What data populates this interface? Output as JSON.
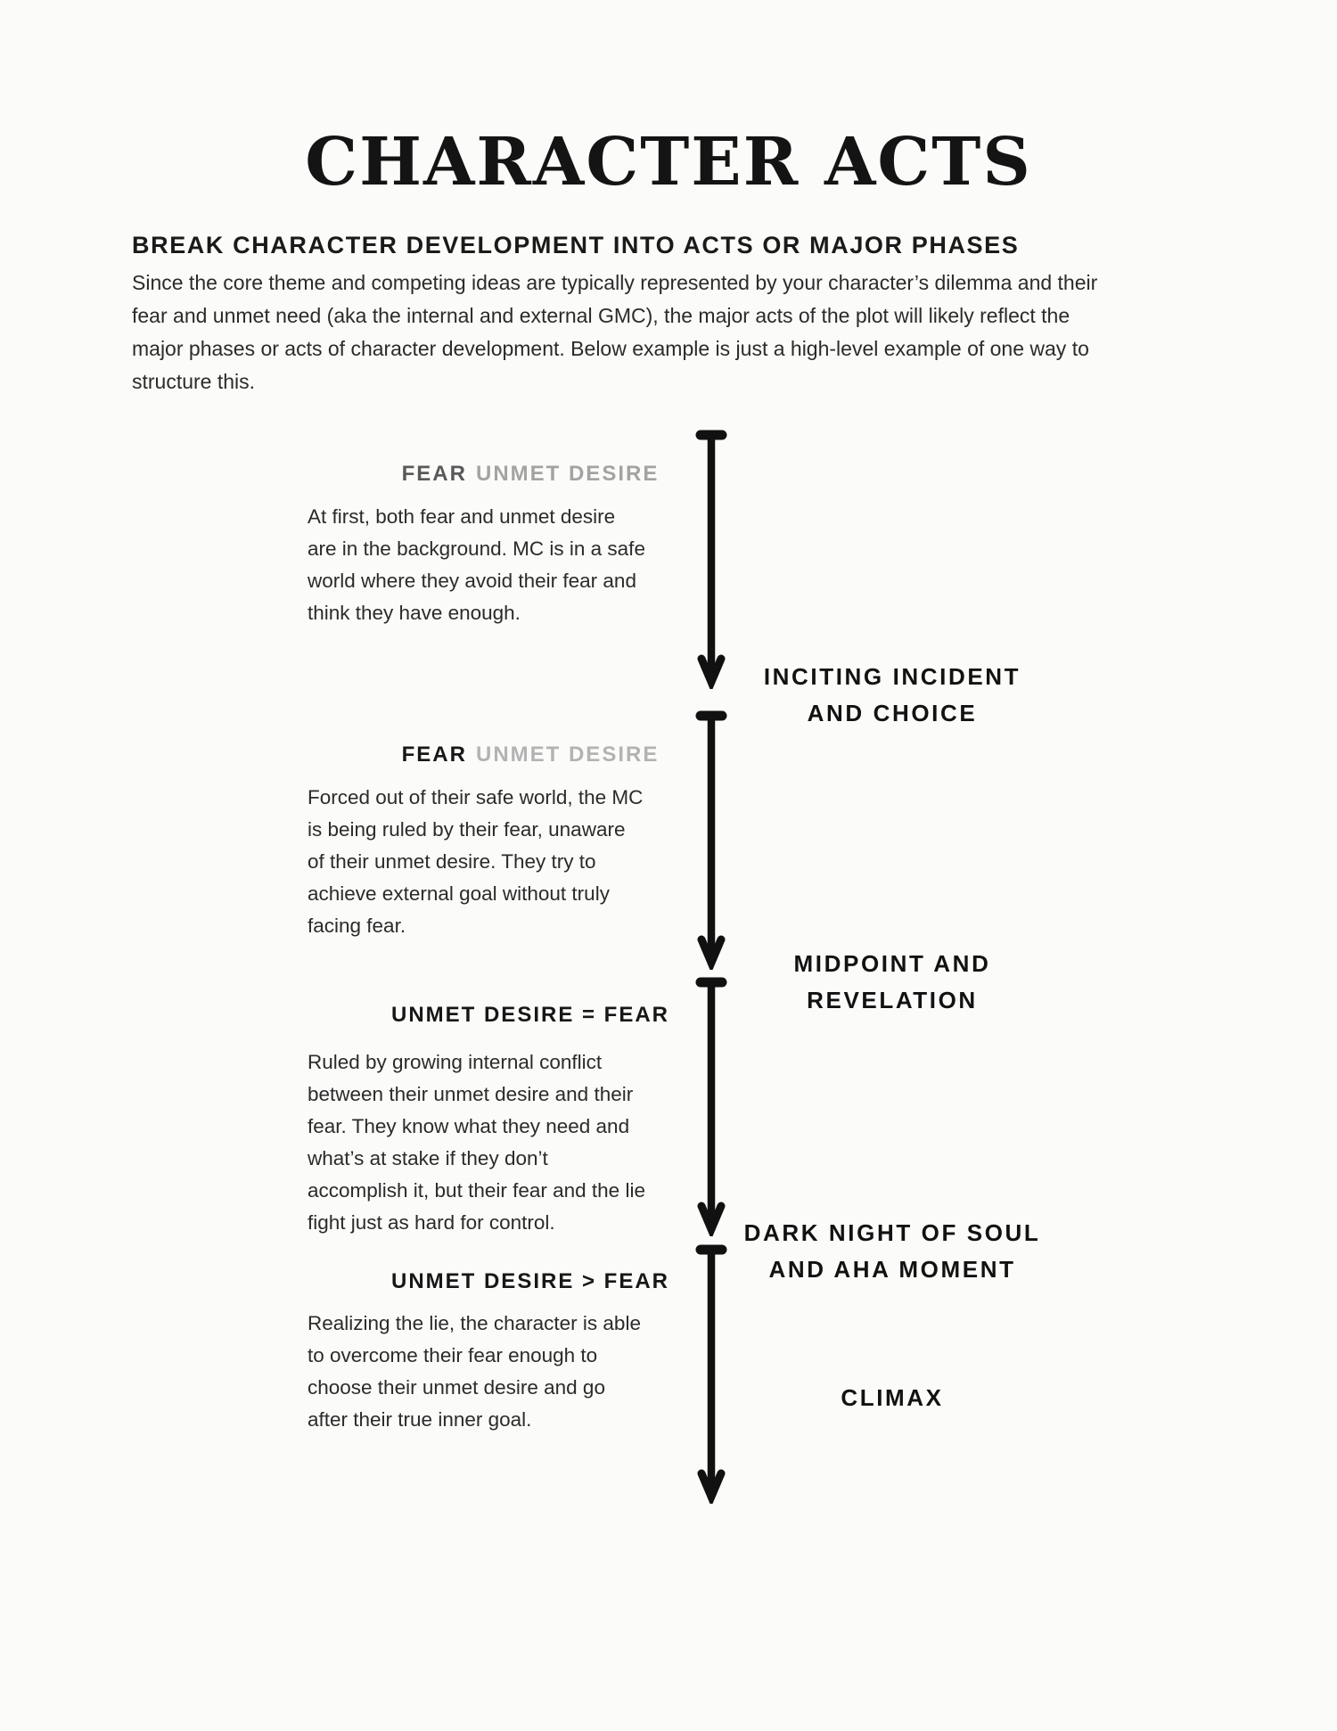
{
  "document": {
    "title": "CHARACTER ACTS",
    "heading": "BREAK CHARACTER DEVELOPMENT INTO ACTS OR MAJOR PHASES",
    "intro": "Since the core theme and competing ideas are typically represented by your character’s dilemma and their\nfear and unmet need (aka the internal and external GMC), the major acts of the plot will likely reflect the\nmajor phases or acts of character development. Below example is just a high-level example of one way to\nstructure this."
  },
  "timeline": {
    "sections": [
      {
        "label_primary": "FEAR",
        "label_secondary": "UNMET DESIRE",
        "label_primary_color": "#595959",
        "label_secondary_color": "#a3a3a3",
        "description": "At first, both fear and unmet desire\nare in the background. MC is in a safe\nworld where they avoid their fear and\nthink they have enough."
      },
      {
        "label_primary": "FEAR",
        "label_secondary": "UNMET DESIRE",
        "label_primary_color": "#171717",
        "label_secondary_color": "#b3b3b3",
        "description": "Forced out of their safe world, the MC\nis being ruled by their fear, unaware\nof their unmet desire. They try to\nachieve external goal without truly\nfacing fear."
      },
      {
        "label_primary": "UNMET DESIRE = FEAR",
        "label_secondary": "",
        "label_primary_color": "#171717",
        "label_secondary_color": "#171717",
        "description": "Ruled by growing internal conflict\nbetween their unmet desire and their\nfear. They know what they need and\nwhat’s at stake if they don’t\naccomplish it, but their fear and the lie\nfight just as hard for control."
      },
      {
        "label_primary": "UNMET DESIRE > FEAR",
        "label_secondary": "",
        "label_primary_color": "#171717",
        "label_secondary_color": "#171717",
        "description": "Realizing the lie, the character is able\nto overcome their fear enough to\nchoose their unmet desire and go\nafter their true inner goal."
      }
    ],
    "milestones": [
      {
        "line1": "INCITING INCIDENT",
        "line2": "AND CHOICE"
      },
      {
        "line1": "MIDPOINT AND",
        "line2": "REVELATION"
      },
      {
        "line1": "DARK NIGHT OF SOUL",
        "line2": "AND AHA MOMENT"
      },
      {
        "line1": "CLIMAX",
        "line2": ""
      }
    ]
  },
  "colors": {
    "background": "#fbfbf9",
    "ink": "#141414",
    "body_text": "#2b2b2b",
    "arrow": "#111111"
  }
}
